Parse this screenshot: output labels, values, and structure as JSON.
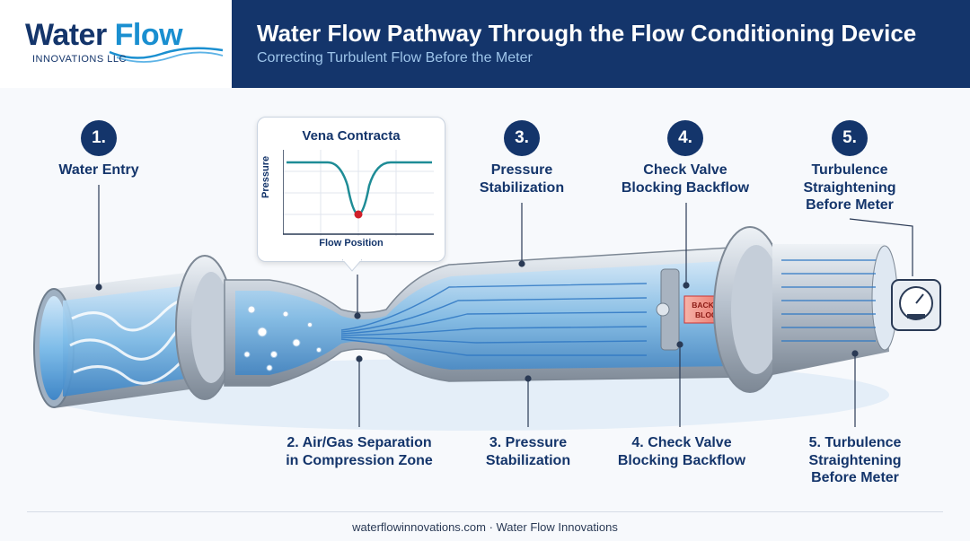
{
  "logo": {
    "name_part1": "Water",
    "name_part2": "Flow",
    "tagline": "INNOVATIONS LLC"
  },
  "header": {
    "title": "Water Flow Pathway Through the Flow Conditioning Device",
    "subtitle": "Correcting Turbulent Flow Before the Meter"
  },
  "steps_top": [
    {
      "num": "1.",
      "label": "Water Entry"
    },
    {
      "num": "3.",
      "label": "Pressure\nStabilization"
    },
    {
      "num": "4.",
      "label": "Check Valve\nBlocking Backflow"
    },
    {
      "num": "5.",
      "label": "Turbulence\nStraightening\nBefore Meter"
    }
  ],
  "steps_bottom": [
    {
      "label": "2. Air/Gas Separation\nin Compression Zone"
    },
    {
      "label": "3. Pressure\nStabilization"
    },
    {
      "label": "4. Check Valve\nBlocking Backflow"
    },
    {
      "label": "5. Turbulence\nStraightening\nBefore Meter"
    }
  ],
  "inset": {
    "title": "Vena Contracta",
    "y_label": "Pressure",
    "x_label": "Flow Position"
  },
  "backflow_label": "BACKFLOW\nBLOCKED",
  "footer": "waterflowinnovations.com · Water Flow Innovations",
  "colors": {
    "navy": "#14356b",
    "accent": "#1a8fd0",
    "backflow": "#e2493f"
  }
}
